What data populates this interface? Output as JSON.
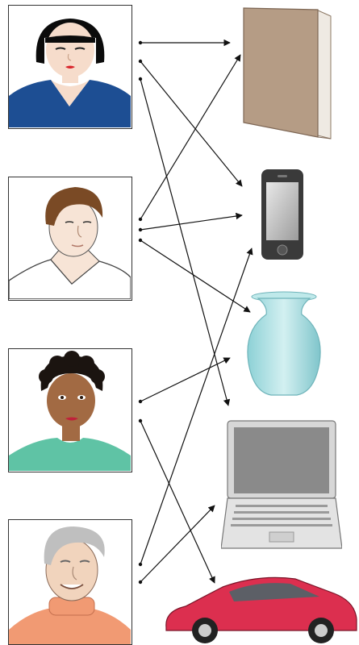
{
  "people": [
    {
      "id": "woman-black-bob",
      "icon": "woman-black-bob-portrait-icon",
      "shirt_color": "#1d4e93",
      "hair_color": "#0b0b0b",
      "skin_color": "#f6dccb"
    },
    {
      "id": "young-man-brown-hair",
      "icon": "young-man-portrait-icon",
      "shirt_color": "#ffffff",
      "hair_color": "#7a4a25",
      "skin_color": "#f7e4d6"
    },
    {
      "id": "woman-curly-hair",
      "icon": "woman-curly-hair-portrait-icon",
      "shirt_color": "#5fc3a5",
      "hair_color": "#1b1410",
      "skin_color": "#a26a43"
    },
    {
      "id": "older-man-gray-hair",
      "icon": "older-man-portrait-icon",
      "shirt_color": "#f19a73",
      "hair_color": "#bfbfbf",
      "skin_color": "#f1d4bd"
    }
  ],
  "objects": [
    {
      "id": "book",
      "icon": "book-icon",
      "color": "#b59c85"
    },
    {
      "id": "phone",
      "icon": "smartphone-icon",
      "color": "#3a3a3a"
    },
    {
      "id": "vase",
      "icon": "vase-icon",
      "color": "#a8dcdf"
    },
    {
      "id": "laptop",
      "icon": "laptop-icon",
      "color": "#d7d7d7"
    },
    {
      "id": "car",
      "icon": "car-icon",
      "color": "#dc2f4f"
    }
  ],
  "connections": [
    {
      "from": "woman-black-bob",
      "to": "book"
    },
    {
      "from": "woman-black-bob",
      "to": "phone"
    },
    {
      "from": "woman-black-bob",
      "to": "laptop"
    },
    {
      "from": "young-man-brown-hair",
      "to": "book"
    },
    {
      "from": "young-man-brown-hair",
      "to": "phone"
    },
    {
      "from": "young-man-brown-hair",
      "to": "vase"
    },
    {
      "from": "woman-curly-hair",
      "to": "vase"
    },
    {
      "from": "woman-curly-hair",
      "to": "car"
    },
    {
      "from": "older-man-gray-hair",
      "to": "phone"
    },
    {
      "from": "older-man-gray-hair",
      "to": "laptop"
    }
  ]
}
